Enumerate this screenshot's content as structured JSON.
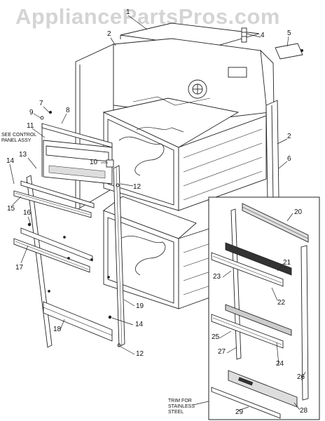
{
  "watermark": "AppliancePartsPros.com",
  "notes": {
    "control_panel": "SEE CONTROL\nPANEL ASSY",
    "trim": "TRIM FOR\nSTAINLESS\nSTEEL"
  },
  "callouts": [
    "1",
    "2",
    "4",
    "5",
    "7",
    "8",
    "9",
    "11",
    "13",
    "14",
    "15",
    "16",
    "17",
    "10",
    "12",
    "19",
    "14",
    "18",
    "12",
    "2",
    "6",
    "20",
    "21",
    "22",
    "23",
    "24",
    "25",
    "27",
    "26",
    "28",
    "29"
  ]
}
